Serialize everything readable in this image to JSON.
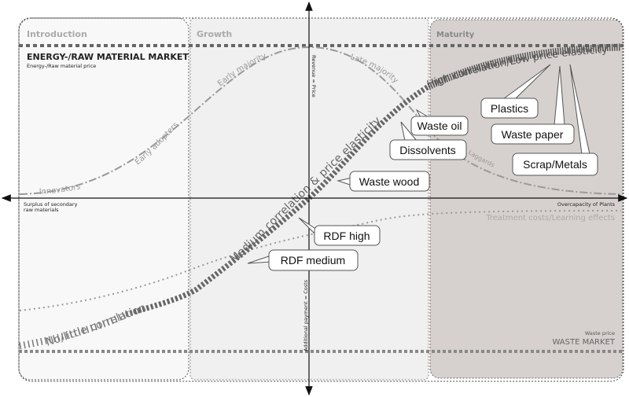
{
  "phases": [
    "Introduction",
    "Growth",
    "Maturity"
  ],
  "top_market": {
    "title": "ENERGY-/RAW MATERIAL MARKET",
    "subtitle": "Energy-/Raw material price"
  },
  "bottom_market": {
    "title": "WASTE MARKET",
    "subtitle": "Waste price"
  },
  "axes": {
    "y_up": "Revenue = Price",
    "y_down": "Additional payment = Costs",
    "x_left_line1": "Surplus of secondary",
    "x_left_line2": "raw materials",
    "x_right": "Overcapacity of Plants"
  },
  "adoption_curve_labels": [
    "Innovators",
    "Early adopters",
    "Early majority",
    "Late majority",
    "Laggards"
  ],
  "correlation_labels": [
    "No/little correlation",
    "Medium correlation & price elasticity",
    "High correlation/Low price elasticity"
  ],
  "cost_curve_label": "Treatment costs/Learning effects",
  "callouts": [
    "Waste oil",
    "Dissolvents",
    "Waste wood",
    "Plastics",
    "Waste paper",
    "Scrap/Metals",
    "RDF high",
    "RDF medium"
  ],
  "colors": {
    "maturity_bg": "#d6d1ce",
    "growth_bg": "#f0f0f0",
    "intro_bg": "#f8f8f8",
    "curve": "#7a7a7a"
  }
}
